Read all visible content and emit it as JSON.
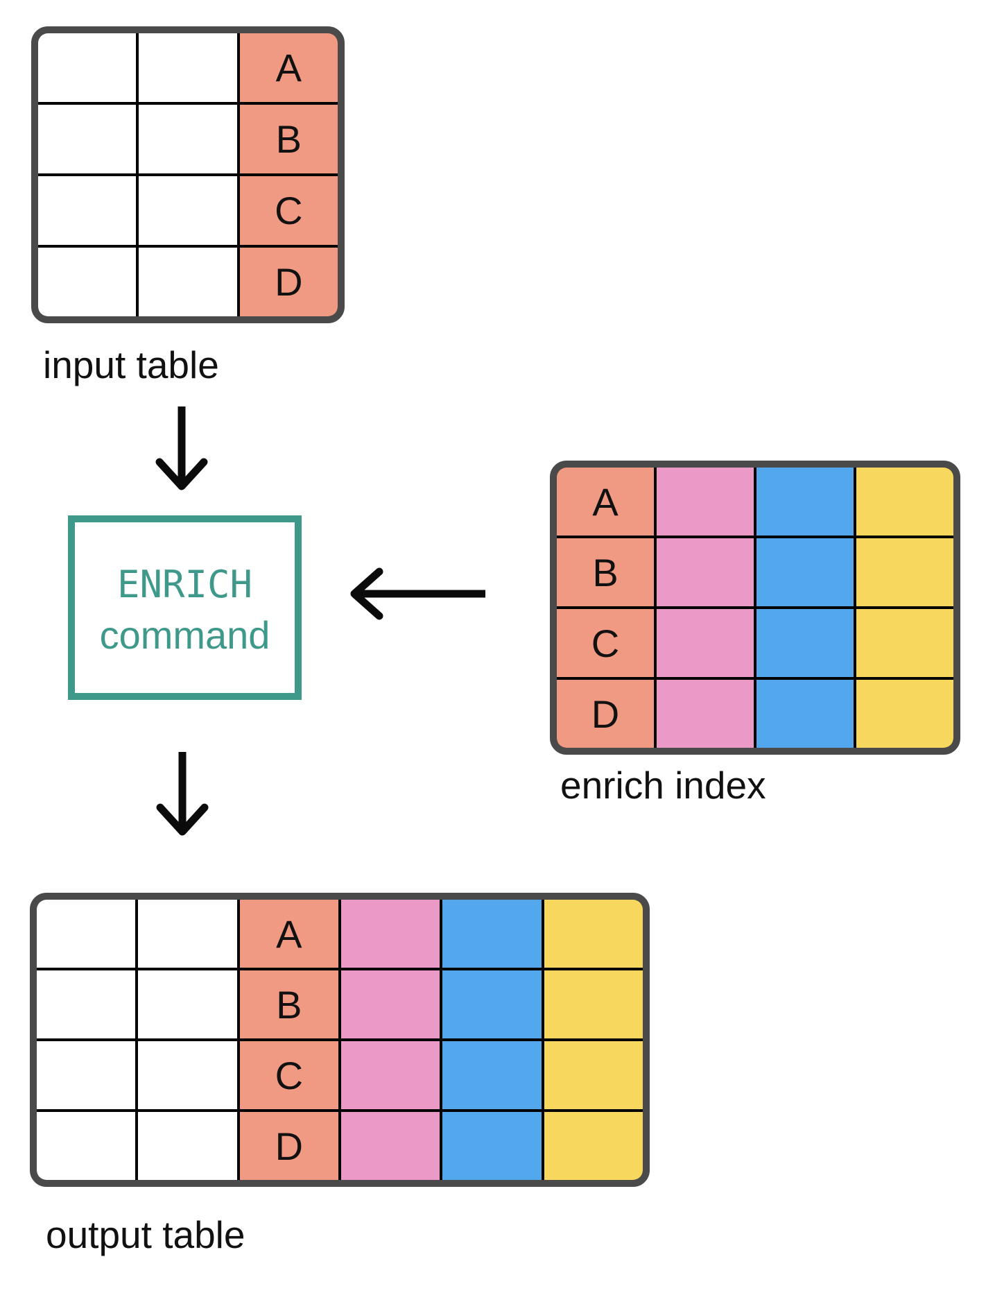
{
  "labels": {
    "input_table": "input table",
    "enrich_index": "enrich index",
    "output_table": "output table"
  },
  "command_box": {
    "title": "ENRICH",
    "subtitle": "command"
  },
  "tables": {
    "input": {
      "label": "input table",
      "rows": 4,
      "columns": [
        "empty",
        "empty",
        "key"
      ],
      "keys": [
        "A",
        "B",
        "C",
        "D"
      ]
    },
    "enrich_index": {
      "label": "enrich index",
      "rows": 4,
      "columns": [
        "key",
        "pink-field",
        "blue-field",
        "yellow-field"
      ],
      "keys": [
        "A",
        "B",
        "C",
        "D"
      ]
    },
    "output": {
      "label": "output table",
      "rows": 4,
      "columns": [
        "empty",
        "empty",
        "key",
        "pink-field",
        "blue-field",
        "yellow-field"
      ],
      "keys": [
        "A",
        "B",
        "C",
        "D"
      ]
    }
  },
  "icons": {
    "down_arrow": "↓",
    "left_arrow": "←"
  },
  "colors": {
    "salmon": "#F09A83",
    "pink": "#EB99C7",
    "blue": "#52A7ED",
    "yellow": "#F7D75E",
    "teal": "#3F998B",
    "border_dark": "#4A4A4A",
    "line_black": "#000000"
  }
}
